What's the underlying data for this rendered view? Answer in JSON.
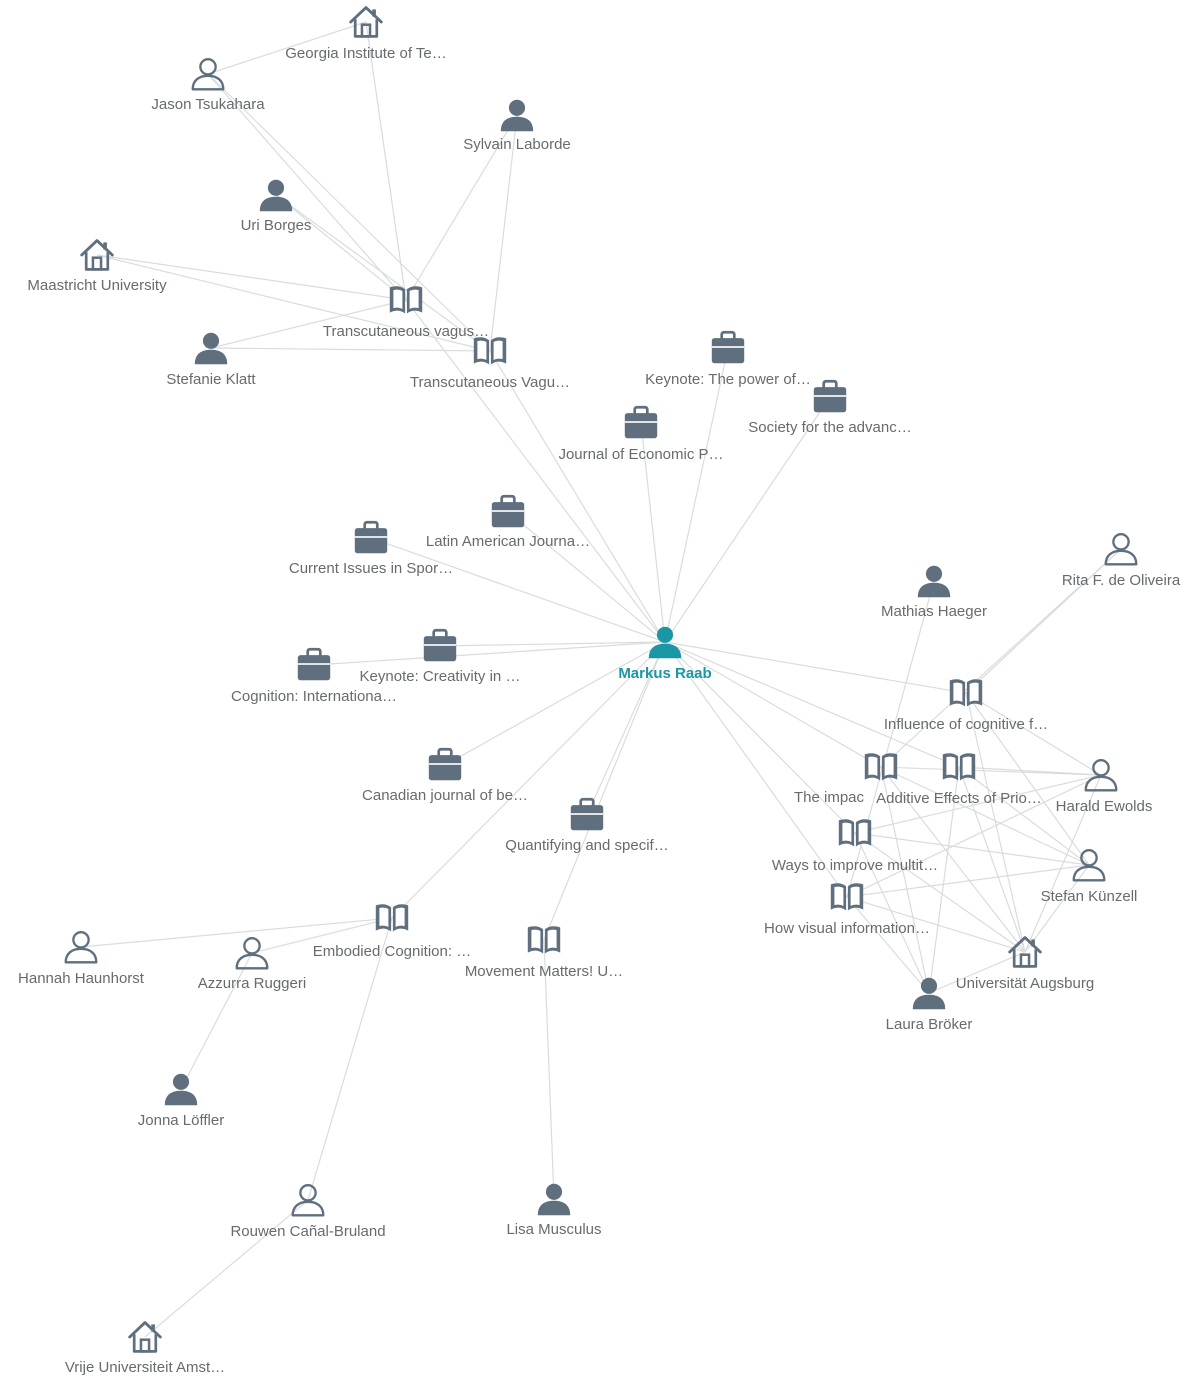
{
  "colors": {
    "icon": "#5f6f7e",
    "center": "#1a96a5",
    "edge": "#d9dcde",
    "label": "#666b70"
  },
  "nodes": [
    {
      "id": "markus",
      "label": "Markus Raab",
      "type": "person",
      "center": true
    },
    {
      "id": "georgia",
      "label": "Georgia Institute of Te…",
      "type": "institution"
    },
    {
      "id": "jason",
      "label": "Jason Tsukahara",
      "type": "person-outline"
    },
    {
      "id": "sylvain",
      "label": "Sylvain Laborde",
      "type": "person"
    },
    {
      "id": "uri",
      "label": "Uri Borges",
      "type": "person"
    },
    {
      "id": "maastricht",
      "label": "Maastricht University",
      "type": "institution"
    },
    {
      "id": "tv1",
      "label": "Transcutaneous vagus…",
      "type": "book"
    },
    {
      "id": "tv2",
      "label": "Transcutaneous Vagu…",
      "type": "book"
    },
    {
      "id": "stefanie",
      "label": "Stefanie Klatt",
      "type": "person"
    },
    {
      "id": "keynote_power",
      "label": "Keynote: The power of…",
      "type": "briefcase"
    },
    {
      "id": "society",
      "label": "Society for the advanc…",
      "type": "briefcase"
    },
    {
      "id": "jep",
      "label": "Journal of Economic P…",
      "type": "briefcase"
    },
    {
      "id": "latin",
      "label": "Latin American Journa…",
      "type": "briefcase"
    },
    {
      "id": "current",
      "label": "Current Issues in Spor…",
      "type": "briefcase"
    },
    {
      "id": "keynote_creativity",
      "label": "Keynote: Creativity in …",
      "type": "briefcase"
    },
    {
      "id": "cognition_int",
      "label": "Cognition: Internationa…",
      "type": "briefcase"
    },
    {
      "id": "canadian",
      "label": "Canadian journal of be…",
      "type": "briefcase"
    },
    {
      "id": "quantifying",
      "label": "Quantifying and specif…",
      "type": "briefcase"
    },
    {
      "id": "embodied",
      "label": "Embodied Cognition: …",
      "type": "book"
    },
    {
      "id": "movement",
      "label": "Movement Matters! U…",
      "type": "book"
    },
    {
      "id": "hannah",
      "label": "Hannah Haunhorst",
      "type": "person-outline"
    },
    {
      "id": "azzurra",
      "label": "Azzurra Ruggeri",
      "type": "person-outline"
    },
    {
      "id": "jonna",
      "label": "Jonna Löffler",
      "type": "person"
    },
    {
      "id": "rouwen",
      "label": "Rouwen Cañal-Bruland",
      "type": "person-outline"
    },
    {
      "id": "lisa",
      "label": "Lisa Musculus",
      "type": "person"
    },
    {
      "id": "vrije",
      "label": "Vrije Universiteit Amst…",
      "type": "institution"
    },
    {
      "id": "mathias",
      "label": "Mathias Haeger",
      "type": "person"
    },
    {
      "id": "rita",
      "label": "Rita F. de Oliveira",
      "type": "person-outline"
    },
    {
      "id": "influence",
      "label": "Influence of cognitive f…",
      "type": "book"
    },
    {
      "id": "impact",
      "label": "The impac",
      "type": "book"
    },
    {
      "id": "additive",
      "label": "Additive Effects of Prio…",
      "type": "book"
    },
    {
      "id": "harald",
      "label": "Harald Ewolds",
      "type": "person-outline"
    },
    {
      "id": "ways",
      "label": "Ways to improve multit…",
      "type": "book"
    },
    {
      "id": "stefan",
      "label": "Stefan Künzell",
      "type": "person-outline"
    },
    {
      "id": "howvisual",
      "label": "How visual information…",
      "type": "book"
    },
    {
      "id": "augsburg",
      "label": "Universität Augsburg",
      "type": "institution"
    },
    {
      "id": "laura",
      "label": "Laura Bröker",
      "type": "person"
    }
  ],
  "edges": [
    [
      "georgia",
      "jason"
    ],
    [
      "georgia",
      "tv1"
    ],
    [
      "jason",
      "tv1"
    ],
    [
      "jason",
      "tv2"
    ],
    [
      "sylvain",
      "tv1"
    ],
    [
      "sylvain",
      "tv2"
    ],
    [
      "uri",
      "tv1"
    ],
    [
      "uri",
      "tv2"
    ],
    [
      "maastricht",
      "tv1"
    ],
    [
      "maastricht",
      "tv2"
    ],
    [
      "stefanie",
      "tv1"
    ],
    [
      "stefanie",
      "tv2"
    ],
    [
      "tv1",
      "markus"
    ],
    [
      "tv2",
      "markus"
    ],
    [
      "keynote_power",
      "markus"
    ],
    [
      "society",
      "markus"
    ],
    [
      "jep",
      "markus"
    ],
    [
      "latin",
      "markus"
    ],
    [
      "current",
      "markus"
    ],
    [
      "keynote_creativity",
      "markus"
    ],
    [
      "cognition_int",
      "markus"
    ],
    [
      "canadian",
      "markus"
    ],
    [
      "quantifying",
      "markus"
    ],
    [
      "embodied",
      "markus"
    ],
    [
      "movement",
      "markus"
    ],
    [
      "embodied",
      "hannah"
    ],
    [
      "embodied",
      "azzurra"
    ],
    [
      "embodied",
      "rouwen"
    ],
    [
      "azzurra",
      "jonna"
    ],
    [
      "rouwen",
      "vrije"
    ],
    [
      "movement",
      "lisa"
    ],
    [
      "influence",
      "markus"
    ],
    [
      "impact",
      "markus"
    ],
    [
      "additive",
      "markus"
    ],
    [
      "ways",
      "markus"
    ],
    [
      "howvisual",
      "markus"
    ],
    [
      "mathias",
      "howvisual"
    ],
    [
      "rita",
      "influence"
    ],
    [
      "rita",
      "impact"
    ],
    [
      "influence",
      "harald"
    ],
    [
      "influence",
      "stefan"
    ],
    [
      "influence",
      "augsburg"
    ],
    [
      "impact",
      "harald"
    ],
    [
      "impact",
      "stefan"
    ],
    [
      "impact",
      "augsburg"
    ],
    [
      "impact",
      "laura"
    ],
    [
      "additive",
      "harald"
    ],
    [
      "additive",
      "stefan"
    ],
    [
      "additive",
      "augsburg"
    ],
    [
      "additive",
      "laura"
    ],
    [
      "ways",
      "harald"
    ],
    [
      "ways",
      "stefan"
    ],
    [
      "ways",
      "augsburg"
    ],
    [
      "ways",
      "laura"
    ],
    [
      "howvisual",
      "harald"
    ],
    [
      "howvisual",
      "stefan"
    ],
    [
      "howvisual",
      "augsburg"
    ],
    [
      "howvisual",
      "laura"
    ],
    [
      "augsburg",
      "harald"
    ],
    [
      "augsburg",
      "stefan"
    ],
    [
      "augsburg",
      "laura"
    ]
  ]
}
